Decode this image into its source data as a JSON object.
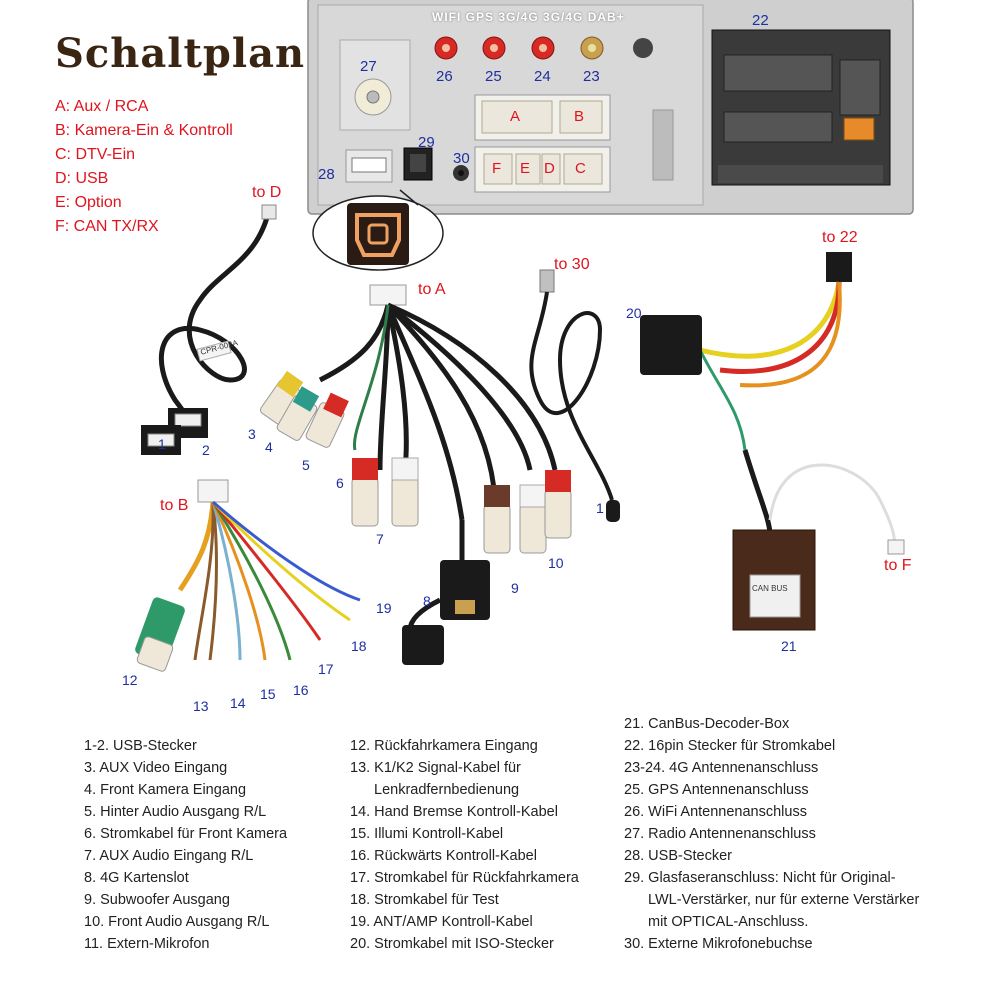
{
  "title": "Schaltplan",
  "legend": [
    "A: Aux / RCA",
    "B: Kamera-Ein & Kontroll",
    "C: DTV-Ein",
    "D: USB",
    "E: Option",
    "F: CAN TX/RX"
  ],
  "unit": {
    "port_strip": "WIFI   GPS 3G/4G 3G/4G DAB+",
    "connector_a": "A",
    "connector_b": "B",
    "connector_f": "F",
    "connector_e": "E",
    "connector_d": "D",
    "connector_c": "C",
    "callouts": {
      "n22": "22",
      "n27": "27",
      "n26": "26",
      "n25": "25",
      "n24": "24",
      "n23": "23",
      "n28": "28",
      "n29": "29",
      "n30": "30"
    }
  },
  "targets": {
    "to_d": "to D",
    "to_a": "to A",
    "to_30": "to 30",
    "to_22": "to 22",
    "to_b": "to B",
    "to_f": "to F"
  },
  "parts": {
    "p1a": "1",
    "p2": "2",
    "p3": "3",
    "p4": "4",
    "p5": "5",
    "p6": "6",
    "p7": "7",
    "p8": "8",
    "p9": "9",
    "p10": "10",
    "p1b": "1",
    "p12": "12",
    "p13": "13",
    "p14": "14",
    "p15": "15",
    "p16": "16",
    "p17": "17",
    "p18": "18",
    "p19": "19",
    "p20": "20",
    "p21": "21"
  },
  "cable_tags": {
    "usb_tag": "CPR-002A",
    "decoder_tag": "CAN BUS"
  },
  "descriptions": {
    "col1": [
      "1-2. USB-Stecker",
      "3. AUX Video Eingang",
      "4. Front Kamera Eingang",
      "5. Hinter Audio Ausgang R/L",
      "6. Stromkabel für Front Kamera",
      "7. AUX Audio Eingang R/L",
      "8. 4G Kartenslot",
      "9. Subwoofer Ausgang",
      "10. Front Audio Ausgang R/L",
      "11. Extern-Mikrofon"
    ],
    "col2": [
      "12. Rückfahrkamera Eingang",
      "13. K1/K2 Signal-Kabel für",
      "Lenkradfernbedienung",
      "14. Hand Bremse Kontroll-Kabel",
      "15. Illumi Kontroll-Kabel",
      "16. Rückwärts Kontroll-Kabel",
      "17. Stromkabel für Rückfahrkamera",
      "18. Stromkabel für Test",
      "19. ANT/AMP Kontroll-Kabel",
      "20. Stromkabel mit ISO-Stecker"
    ],
    "col3": [
      "21. CanBus-Decoder-Box",
      "22. 16pin Stecker für Stromkabel",
      "23-24. 4G Antennenanschluss",
      "25. GPS Antennenanschluss",
      "26. WiFi Antennenanschluss",
      "27. Radio Antennenanschluss",
      "28. USB-Stecker",
      "29. Glasfaseranschluss: Nicht für Original-",
      "LWL-Verstärker, nur für externe Verstärker",
      "mit OPTICAL-Anschluss.",
      "30. Externe Mikrofonebuchse"
    ]
  },
  "colors": {
    "legend_red": "#e0141e",
    "callout_blue": "#1f2fa0",
    "title_brown": "#3a2412",
    "optical_orange": "#f0a060"
  }
}
